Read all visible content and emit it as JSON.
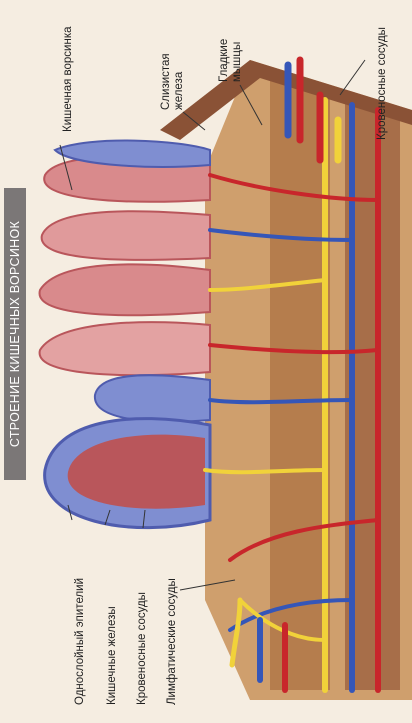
{
  "title": "СТРОЕНИЕ КИШЕЧНЫХ ВОРСИНОК",
  "labels": {
    "villus": "Кишечная ворсинка",
    "mucous_gland": [
      "Слизистая",
      "железа"
    ],
    "smooth_muscles": [
      "Гладкие",
      "мышцы"
    ],
    "blood_vessels_top": "Кровеносные сосуды",
    "epithelium": "Однослойный эпителий",
    "intestinal_glands": "Кишечные железы",
    "blood_vessels_bottom": "Кровеносные сосуды",
    "lymph_vessels": "Лимфатические сосуды"
  },
  "colors": {
    "background": "#f5ede1",
    "title_bg": "#7b7777",
    "villus_pink": "#d98a8c",
    "villus_dark": "#b9565b",
    "epithelium_blue": "#6c78c4",
    "artery_red": "#c8262b",
    "vein_blue": "#3556b8",
    "lymph_yellow": "#f1d23a",
    "tissue_tan": "#cf9f6d",
    "muscle_brown": "#9a5e3e"
  }
}
